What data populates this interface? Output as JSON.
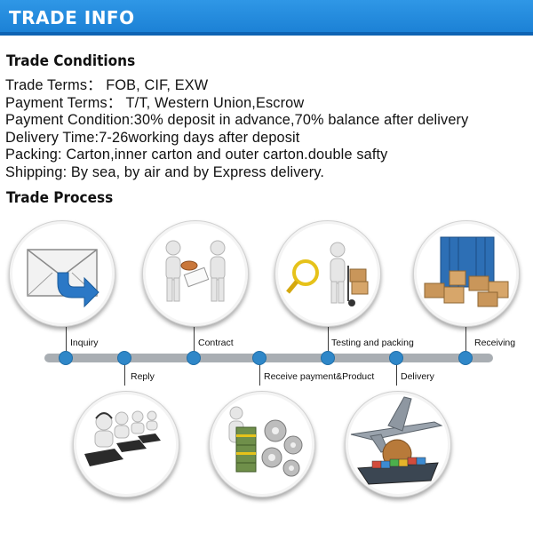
{
  "header": {
    "title": "TRADE INFO",
    "accent": "#1a7fd4"
  },
  "trade_conditions": {
    "heading": "Trade Conditions",
    "lines": [
      "Trade Terms： FOB, CIF, EXW",
      "Payment Terms： T/T, Western Union,Escrow",
      "Payment Condition:30% deposit in advance,70% balance after delivery",
      "Delivery Time:7-26working days after deposit",
      "Packing: Carton,inner carton and outer carton.double safty",
      "Shipping: By sea,  by air and by Express delivery."
    ]
  },
  "trade_process": {
    "heading": "Trade Process",
    "dot_color": "#2f87c8",
    "steps": [
      {
        "label": "Inquiry",
        "icon": "envelope-icon"
      },
      {
        "label": "Reply",
        "icon": "call-center-icon"
      },
      {
        "label": "Contract",
        "icon": "handshake-icon"
      },
      {
        "label": "Receive payment&Product",
        "icon": "money-gears-icon"
      },
      {
        "label": "Testing and packing",
        "icon": "packing-trolley-icon"
      },
      {
        "label": "Delivery",
        "icon": "airplane-ship-icon"
      },
      {
        "label": "Receiving",
        "icon": "container-boxes-icon"
      }
    ]
  }
}
